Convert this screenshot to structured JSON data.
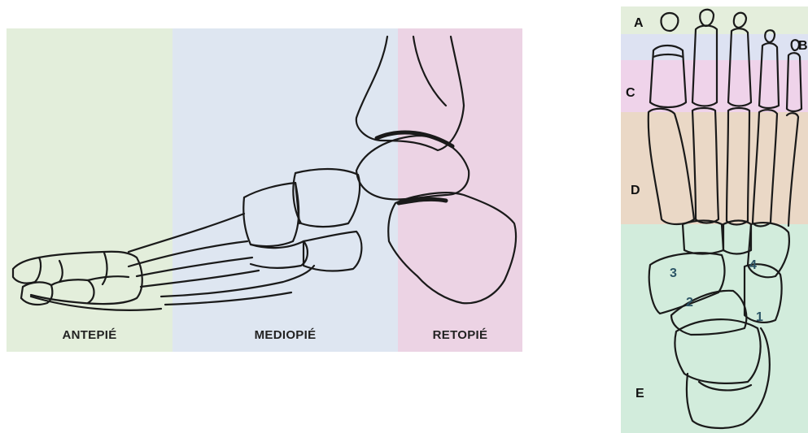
{
  "lateral_view": {
    "zones": [
      {
        "id": "antepie",
        "label": "ANTEPIÉ",
        "color": "#e3eedb"
      },
      {
        "id": "mediopie",
        "label": "MEDIOPIÉ",
        "color": "#dee6f1"
      },
      {
        "id": "retopie",
        "label": "RETOPIÉ",
        "color": "#ecd3e4"
      }
    ]
  },
  "dorsal_view": {
    "bands": [
      {
        "id": "A",
        "label": "A",
        "color": "#e4eedc"
      },
      {
        "id": "B",
        "label": "B",
        "color": "#dde2f2"
      },
      {
        "id": "C",
        "label": "C",
        "color": "#efd3ea"
      },
      {
        "id": "D",
        "label": "D",
        "color": "#ead8c6"
      },
      {
        "id": "E",
        "label": "E",
        "color": "#d2ecdc"
      }
    ],
    "bone_numbers": [
      "1",
      "2",
      "3",
      "4"
    ],
    "number_color": "#2c5566"
  }
}
